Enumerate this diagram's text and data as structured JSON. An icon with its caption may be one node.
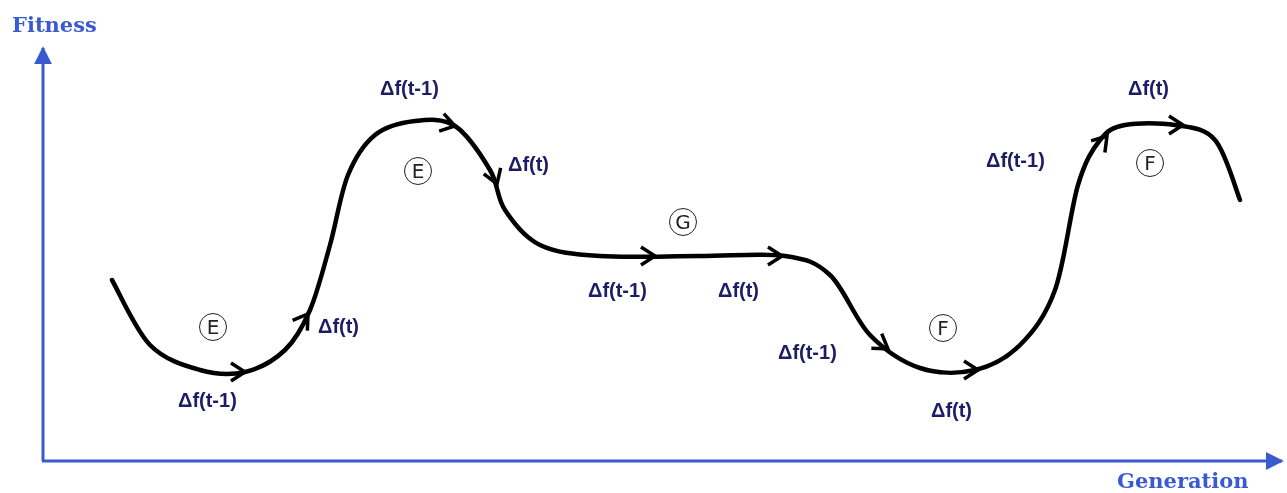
{
  "diagram": {
    "labels": [
      "Fitness",
      "Δf(t-1)",
      "Δf(t)",
      "Δf(t)",
      "Δf(t-1)",
      "E",
      "F",
      "G",
      "Δf(t-1)",
      "Δf(t)",
      "E",
      "Δf(t)",
      "F",
      "Δf(t-1)",
      "Δf(t-1)",
      "Δf(t)",
      "Generation"
    ]
  }
}
